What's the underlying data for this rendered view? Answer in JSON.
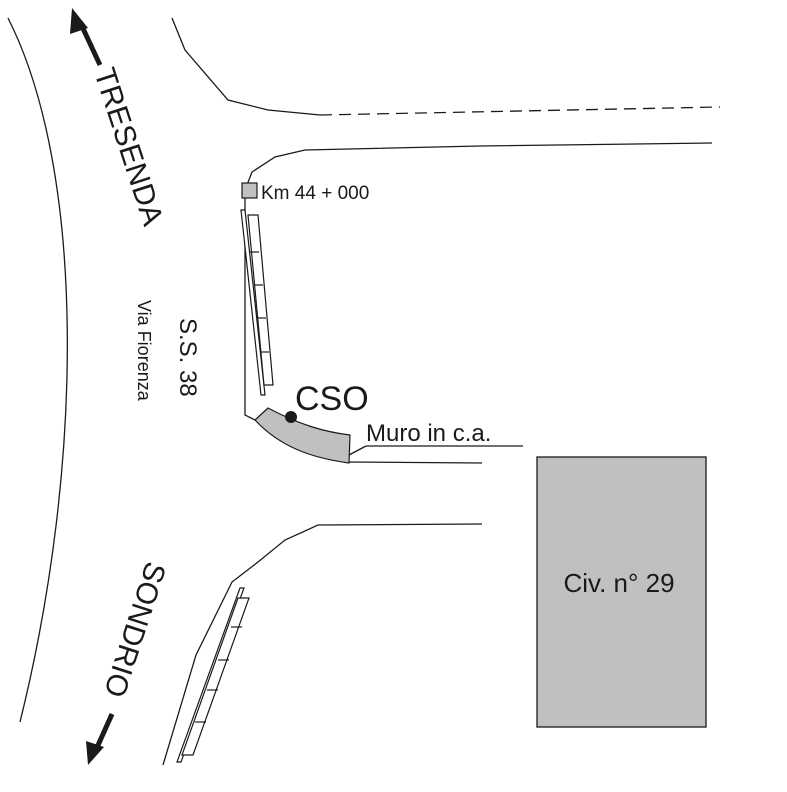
{
  "map": {
    "directions": {
      "north": "TRESENDA",
      "south": "SONDRIO"
    },
    "road_number": "S.S. 38",
    "road_name": "Via Fiorenza",
    "km_marker": "Km 44 + 000",
    "point_label": "CSO",
    "wall_label": "Muro in c.a.",
    "building_label": "Civ. n° 29",
    "colors": {
      "lines": "#1a1a1a",
      "fill_grey": "#c0c0c0",
      "background": "#ffffff"
    }
  }
}
